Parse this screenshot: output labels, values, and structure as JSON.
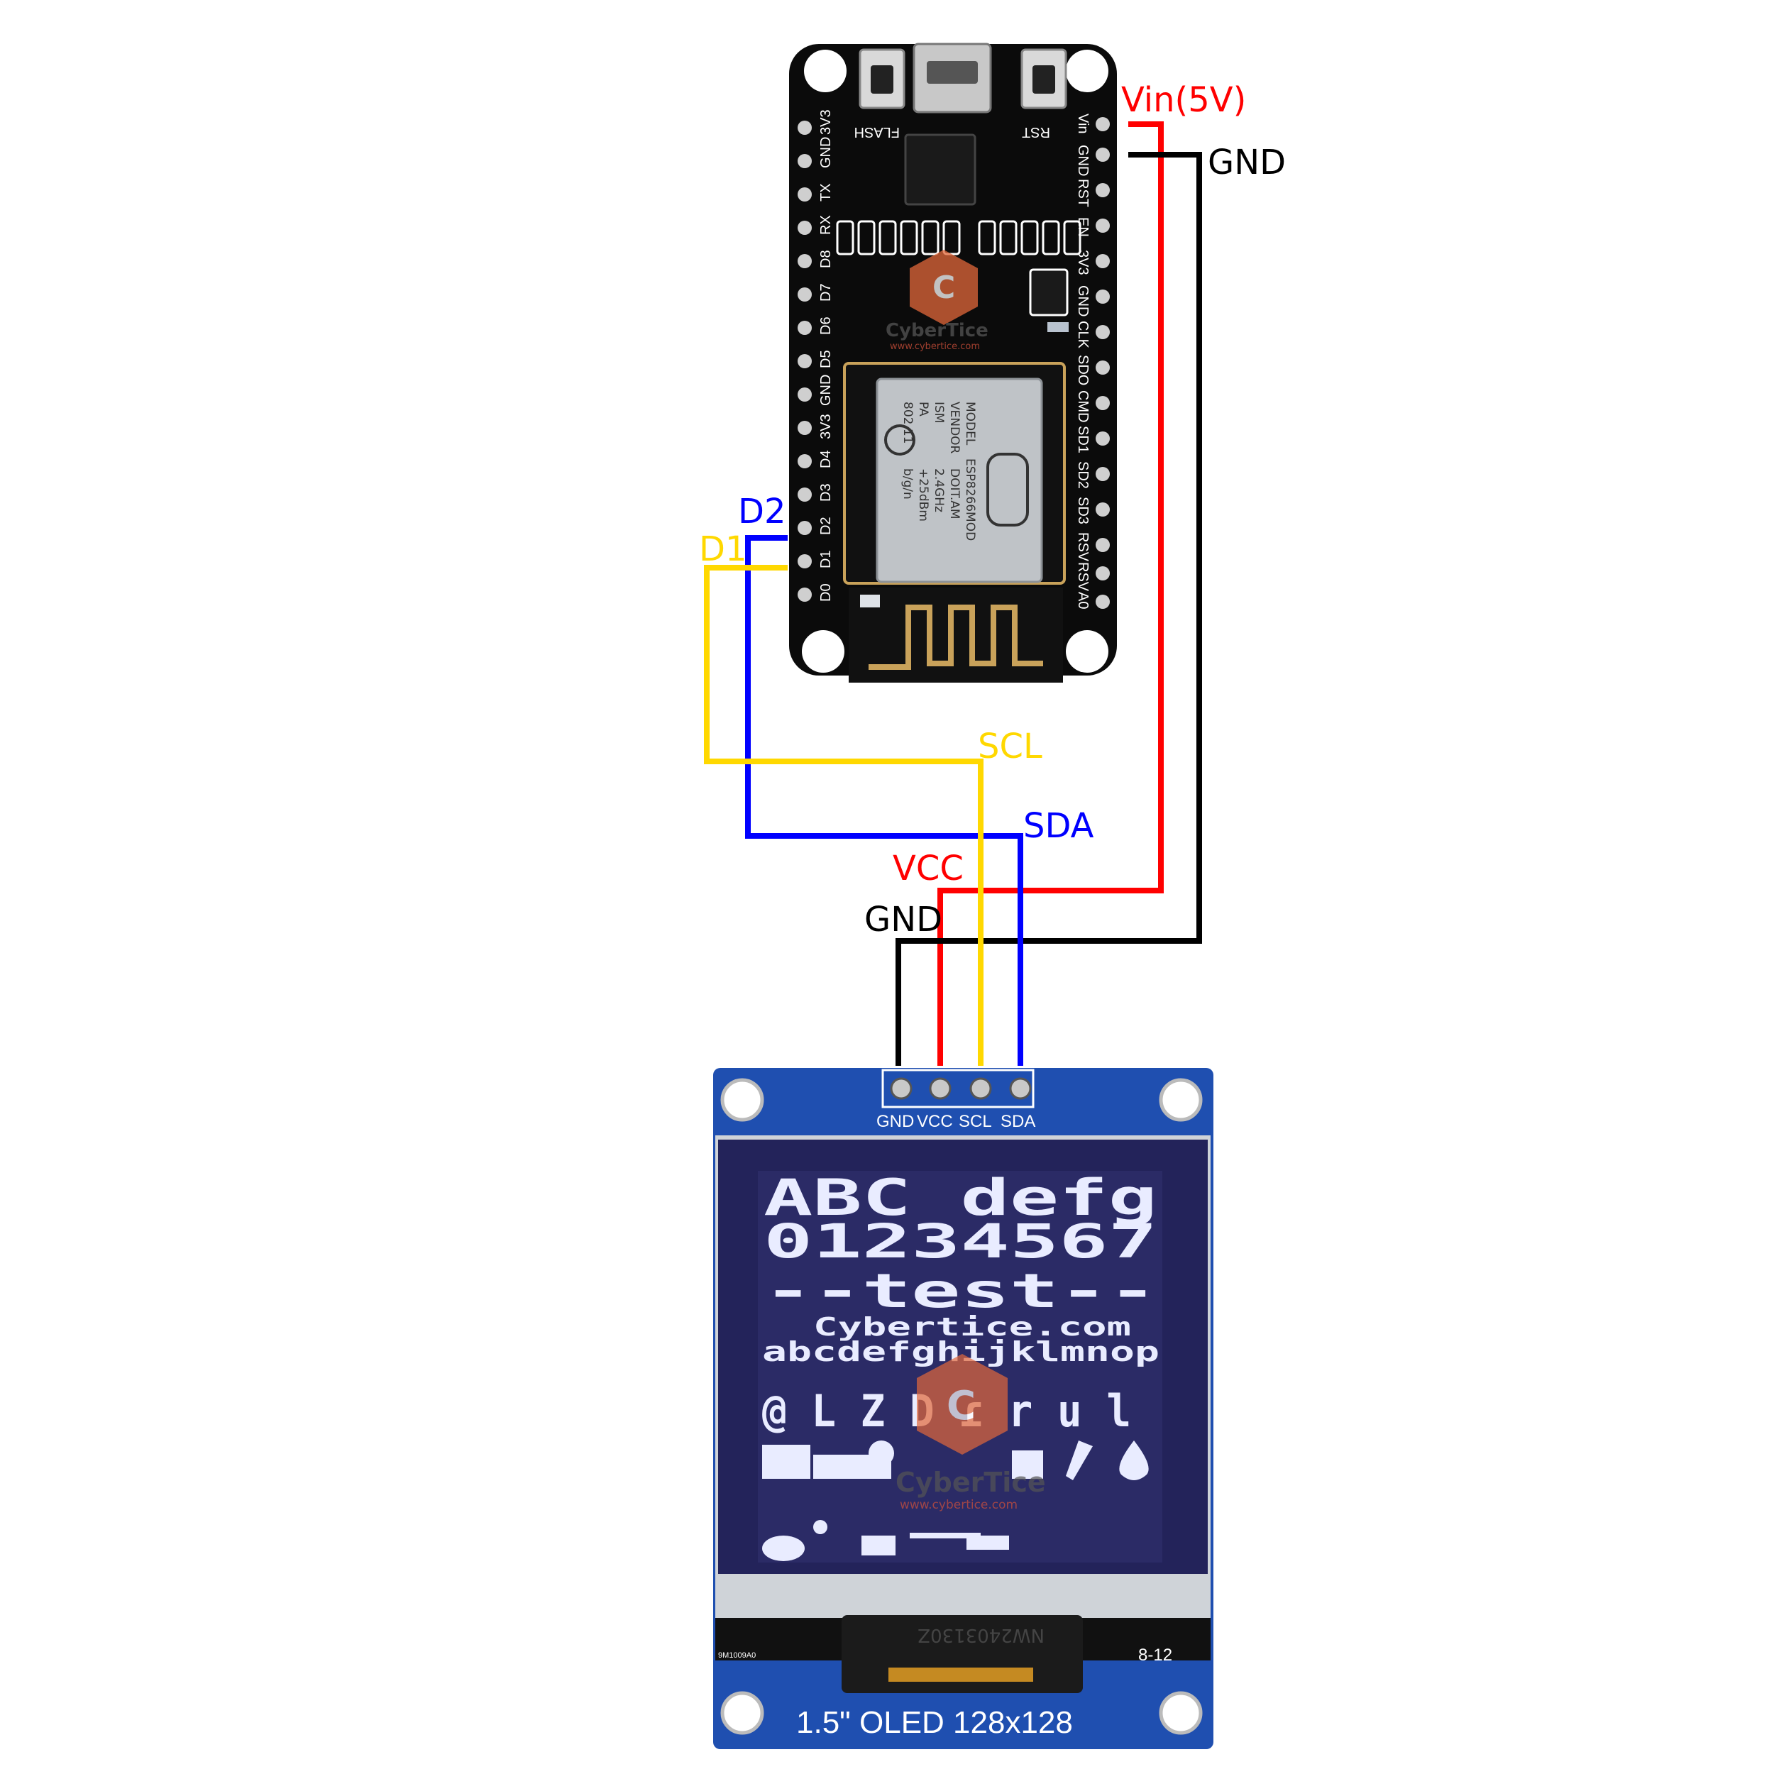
{
  "colors": {
    "vin": "#ff0000",
    "gnd": "#000000",
    "scl": "#ffd800",
    "sda": "#0000ff",
    "board": "#0b0b0b",
    "oled_pcb": "#1f4fb0",
    "oled_screen": "#23235a"
  },
  "wire_labels": {
    "vin": "Vin(5V)",
    "gnd_top": "GND",
    "d2": "D2",
    "d1": "D1",
    "scl": "SCL",
    "sda": "SDA",
    "vcc": "VCC",
    "gnd_bottom": "GND"
  },
  "nodemcu": {
    "left_pins": [
      "3V3",
      "GND",
      "TX",
      "RX",
      "D8",
      "D7",
      "D6",
      "D5",
      "GND",
      "3V3",
      "D4",
      "D3",
      "D2",
      "D1",
      "D0"
    ],
    "right_pins": [
      "Vin",
      "GND",
      "RST",
      "EN",
      "3V3",
      "GND",
      "CLK",
      "SDO",
      "CMD",
      "SD1",
      "SD2",
      "SD3",
      "RSV",
      "RSV",
      "A0"
    ],
    "button_left": "FLASH",
    "button_right": "RST",
    "module_text": [
      "MODEL",
      "VENDOR",
      "ISM",
      "PA",
      "802.11",
      "ESP8266MOD",
      "DOIT.AM",
      "2.4GHz",
      "+25dBm",
      "b/g/n"
    ],
    "watermark": "CyberTice",
    "watermark_url": "www.cybertice.com"
  },
  "oled": {
    "pin_labels": [
      "GND",
      "VCC",
      "SCL",
      "SDA"
    ],
    "title": "1.5\" OLED 128x128",
    "code_left": "9M1009A0",
    "code_right": "8-12",
    "flex_code": "NW2403130Z",
    "screen": {
      "line1": "ABC defg",
      "line2": "01234567",
      "line3": "--test--",
      "line4": "Cybertice.com",
      "line5": "abcdefghijklmnop",
      "line6": "@ L Z D ɾ r u l"
    },
    "watermark": "CyberTice",
    "watermark_url": "www.cybertice.com"
  }
}
